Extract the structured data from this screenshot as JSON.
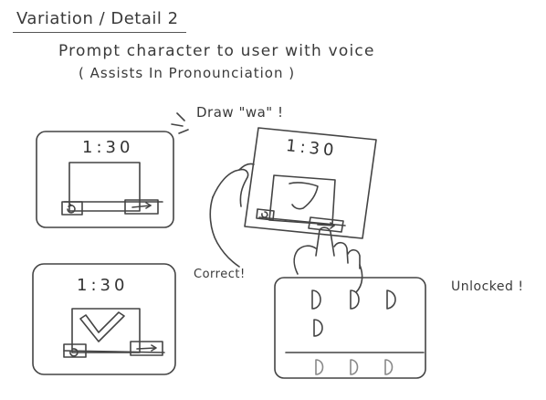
{
  "title": "Variation / Detail 2",
  "prompt": {
    "line1": "Prompt character to user with voice",
    "line2": "( Assists In Pronounciation )"
  },
  "annotations": {
    "draw": "Draw \"wa\" !",
    "correct": "Correct!",
    "unlocked": "Unlocked !"
  },
  "screens": {
    "screen1": {
      "timer": "1:30"
    },
    "screen2": {
      "timer": "1:30"
    },
    "screen3": {
      "timer": "1:30"
    }
  },
  "icons": {
    "back": "undo-arrow-icon",
    "next": "right-arrow-icon",
    "check": "checkmark-icon",
    "unlocked_char": "character-tile-icon"
  },
  "colors": {
    "ink": "#3a3a3a",
    "paper": "#ffffff"
  }
}
